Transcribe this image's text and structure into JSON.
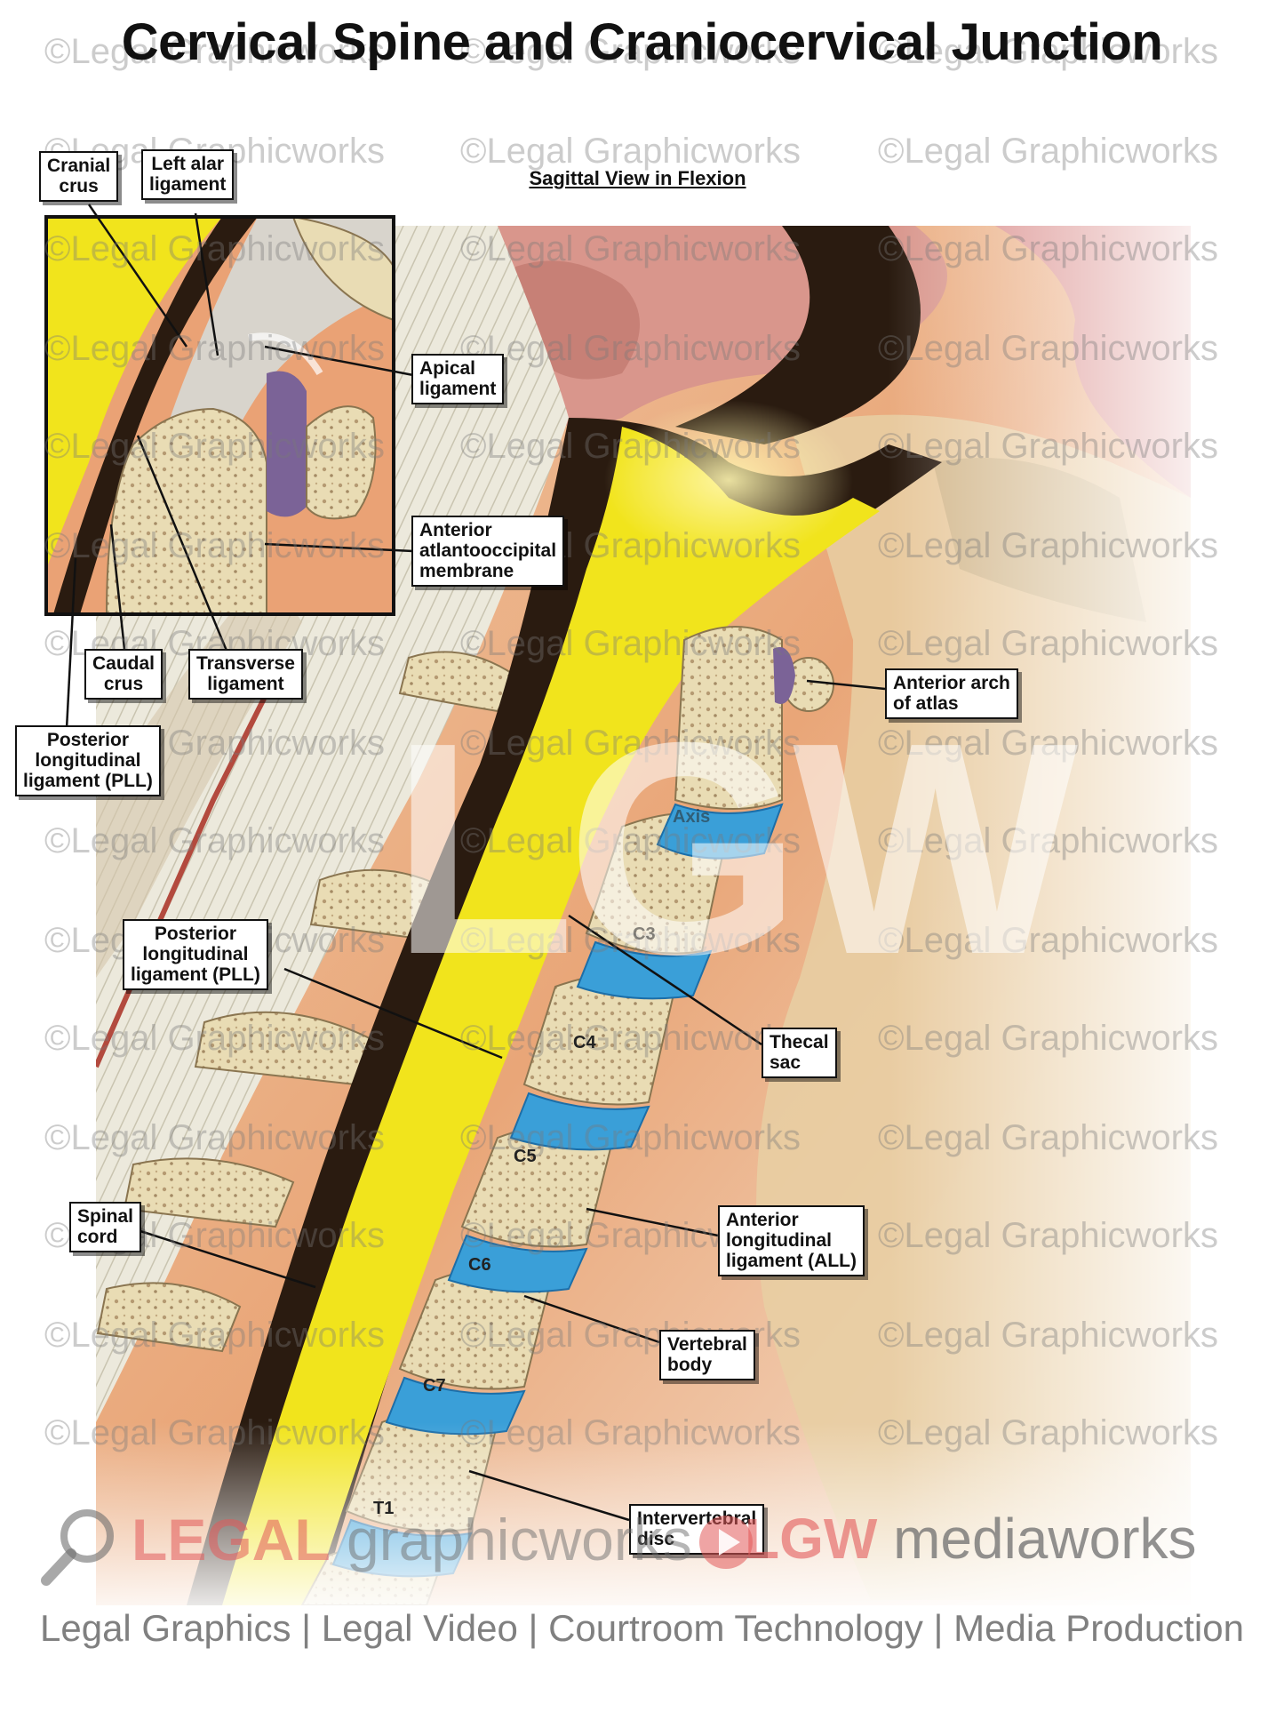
{
  "title": "Cervical Spine and Craniocervical Junction",
  "subtitle": "Sagittal View in Flexion",
  "labels": {
    "cranial_crus": "Cranial\ncrus",
    "left_alar_ligament": "Left alar\nligament",
    "apical_ligament": "Apical\nligament",
    "anterior_atlantooccipital_membrane": "Anterior\natlantooccipital\nmembrane",
    "caudal_crus": "Caudal\ncrus",
    "transverse_ligament": "Transverse\nligament",
    "posterior_longitudinal_ligament_inset": "Posterior\nlongitudinal\nligament (PLL)",
    "posterior_longitudinal_ligament_main": "Posterior\nlongitudinal\nligament (PLL)",
    "anterior_arch_of_atlas": "Anterior arch\nof atlas",
    "thecal_sac": "Thecal\nsac",
    "spinal_cord": "Spinal\ncord",
    "anterior_longitudinal_ligament": "Anterior\nlongitudinal\nligament (ALL)",
    "vertebral_body": "Vertebral\nbody",
    "intervertebral_disc": "Intervertebral\ndisc"
  },
  "vertebrae": {
    "axis": "Axis",
    "c3": "C3",
    "c4": "C4",
    "c5": "C5",
    "c6": "C6",
    "c7": "C7",
    "t1": "T1"
  },
  "watermark": "©Legal Graphicworks",
  "watermark_big": "LGW",
  "logos": {
    "left_bold": "LEGAL",
    "left_rest": " graphicworks",
    "right_bold": "LGW",
    "right_rest": " mediaworks"
  },
  "footer": "Legal Graphics | Legal Video | Courtroom Technology | Media Production",
  "colors": {
    "spinal_cord": "#f1e41c",
    "thecal_sac": "#2a1b10",
    "disc": "#3a9fd8",
    "bone": "#e8ddb8",
    "skin": "#e8a878",
    "brain": "#d9968c"
  }
}
